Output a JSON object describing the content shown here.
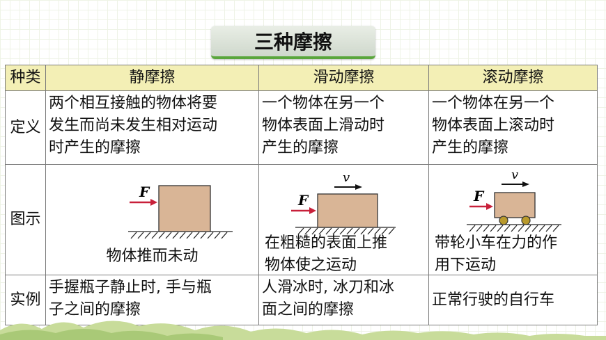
{
  "title": "三种摩擦",
  "table": {
    "headers": [
      "种类",
      "静摩擦",
      "滑动摩擦",
      "滚动摩擦"
    ],
    "row_definition": {
      "label": "定义",
      "static_lines": [
        "两个相互接触的物体将要",
        "发生而尚未发生相对运动",
        "时产生的摩擦"
      ],
      "sliding_lines": [
        "一个物体在另一个",
        "物体表面上滑动时",
        "产生的摩擦"
      ],
      "rolling_lines": [
        "一个物体在另一个",
        "物体表面上滚动时",
        "产生的摩擦"
      ]
    },
    "row_figure": {
      "label": "图示",
      "force_label": "F",
      "velocity_label": "v",
      "static_caption": "物体推而未动",
      "sliding_caption_lines": [
        "在粗糙的表面上推",
        "物体使之运动"
      ],
      "rolling_caption_lines": [
        "带轮小车在力的作",
        "用下运动"
      ]
    },
    "row_example": {
      "label": "实例",
      "static_lines": [
        "手握瓶子静止时, 手与瓶",
        "子之间的摩擦"
      ],
      "sliding_lines": [
        "人滑冰时, 冰刀和冰",
        "面之间的摩擦"
      ],
      "rolling_lines": [
        "正常行驶的自行车"
      ]
    }
  },
  "colors": {
    "header_bg": "#f3efb5",
    "block_fill": "#d9b596",
    "arrow_red": "#c8203a",
    "title_accent": "#5aa63c"
  }
}
